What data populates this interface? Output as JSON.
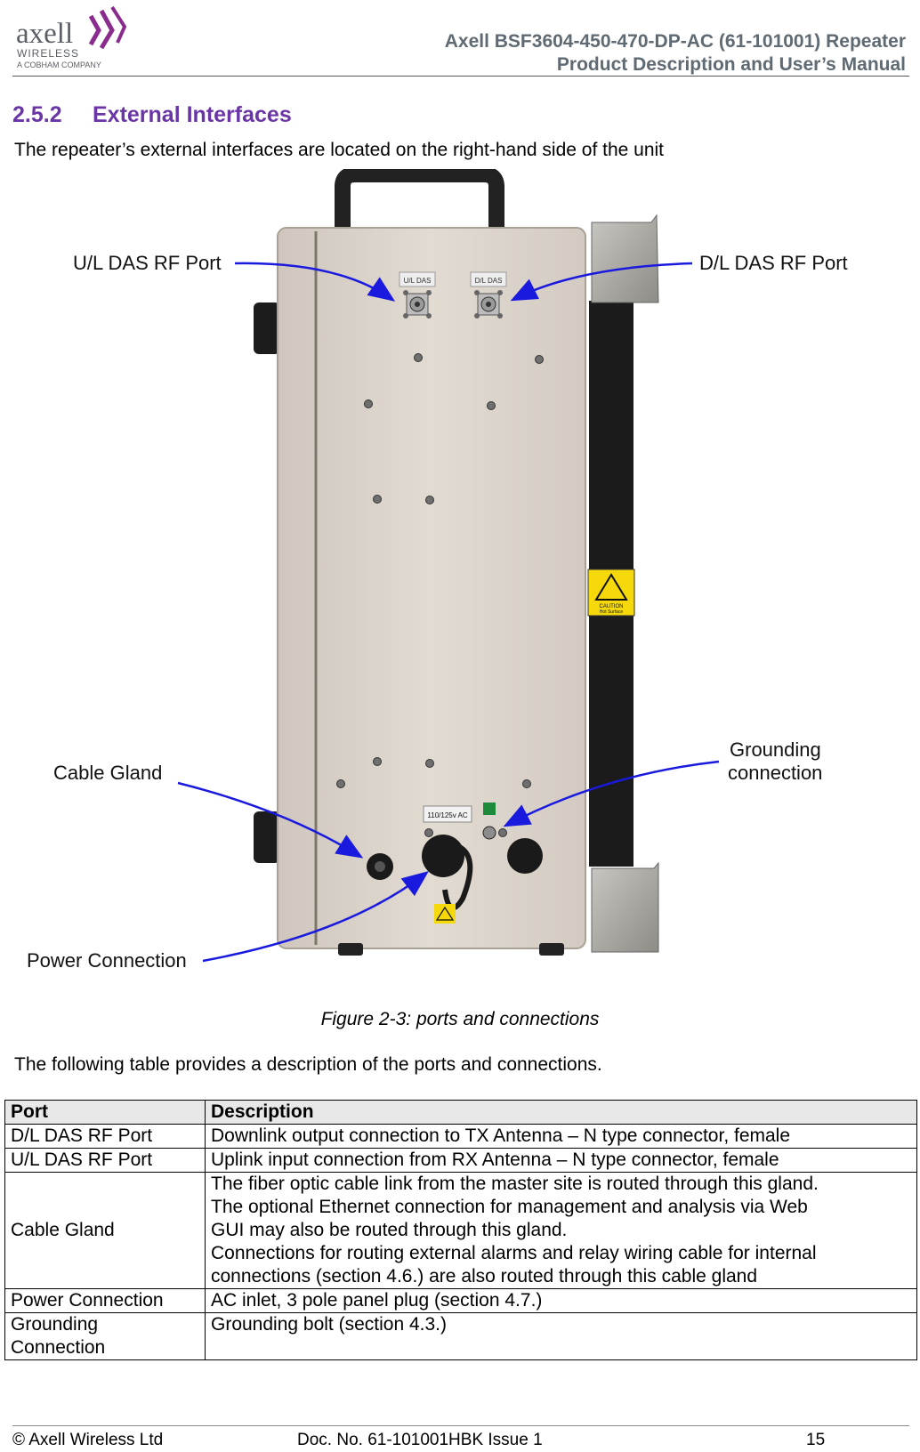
{
  "header": {
    "logo": {
      "word": "axell",
      "sub1": "WIRELESS",
      "sub2": "A COBHAM COMPANY"
    },
    "title_line1": "Axell BSF3604-450-470-DP-AC (61-101001) Repeater",
    "title_line2": "Product Description and User’s Manual"
  },
  "section": {
    "number": "2.5.2",
    "title": "External Interfaces",
    "intro": "The repeater’s external interfaces are located on the right-hand side of the unit"
  },
  "figure": {
    "callouts": {
      "ul_das": "U/L DAS RF Port",
      "dl_das": "D/L DAS RF Port",
      "cable_gland": "Cable Gland",
      "grounding_1": "Grounding",
      "grounding_2": "connection",
      "power": "Power Connection"
    },
    "unit_labels": {
      "ul": "U/L DAS",
      "dl": "D/L DAS",
      "ac": "110/125v AC",
      "caution": "CAUTION",
      "hot": "Hot Surface"
    },
    "caption": "Figure 2-3: ports and connections"
  },
  "table_intro": "The following table provides a description of the ports and connections.",
  "table": {
    "headers": [
      "Port",
      "Description"
    ],
    "rows": [
      {
        "port": "D/L DAS RF Port",
        "desc": [
          "Downlink output connection to TX Antenna – N type connector, female"
        ]
      },
      {
        "port": "U/L DAS RF Port",
        "desc": [
          "Uplink input connection from RX Antenna – N type connector, female"
        ]
      },
      {
        "port": "Cable Gland",
        "desc": [
          "The fiber optic cable link from the master site is routed through this gland.",
          "The optional Ethernet connection for management and analysis via Web",
          "GUI may also be routed through this gland.",
          "Connections for routing external alarms and relay wiring cable for internal",
          "connections (section 4.6.) are also routed through this cable gland"
        ]
      },
      {
        "port": "Power Connection",
        "desc": [
          "AC inlet, 3 pole panel plug (section 4.7.)"
        ]
      },
      {
        "port_lines": [
          "Grounding",
          "Connection"
        ],
        "desc": [
          "Grounding bolt (section 4.3.)"
        ]
      }
    ]
  },
  "footer": {
    "left": "© Axell Wireless Ltd",
    "middle": "Doc. No. 61-101001HBK Issue 1",
    "page": "15"
  },
  "colors": {
    "heading": "#6a36a6",
    "arrow": "#1a1adf",
    "header_text": "#5f6a72",
    "logo_purple": "#8a2b8e",
    "table_header_bg": "#e8e8e8"
  }
}
